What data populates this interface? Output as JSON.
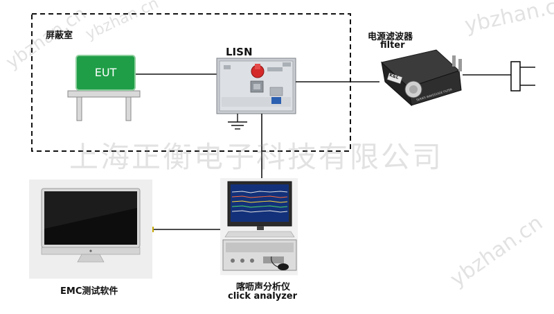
{
  "labels": {
    "shield_room": "屏蔽室",
    "eut": "EUT",
    "lisn": "LISN",
    "filter_cn": "电源滤波器",
    "filter_en": "filter",
    "software": "EMC测试软件",
    "analyzer_cn": "喀呖声分析仪",
    "analyzer_en": "click analyzer"
  },
  "device_text": {
    "filter_brand": "K&L",
    "filter_caption": "SERIES WAVEGUIDE FILTER"
  },
  "watermarks": {
    "company": "上海正衡电子科技有限公司",
    "site_top": "ybzhan.cn",
    "site_right": "ybzhan.cn",
    "site_left": "ybzhan.cn",
    "site_bottom": "ybzhan.cn"
  },
  "colors": {
    "eut_green": "#1f9e47",
    "lisn_red": "#d42a2a",
    "screen_blue": "#13317a",
    "line": "#111111"
  }
}
